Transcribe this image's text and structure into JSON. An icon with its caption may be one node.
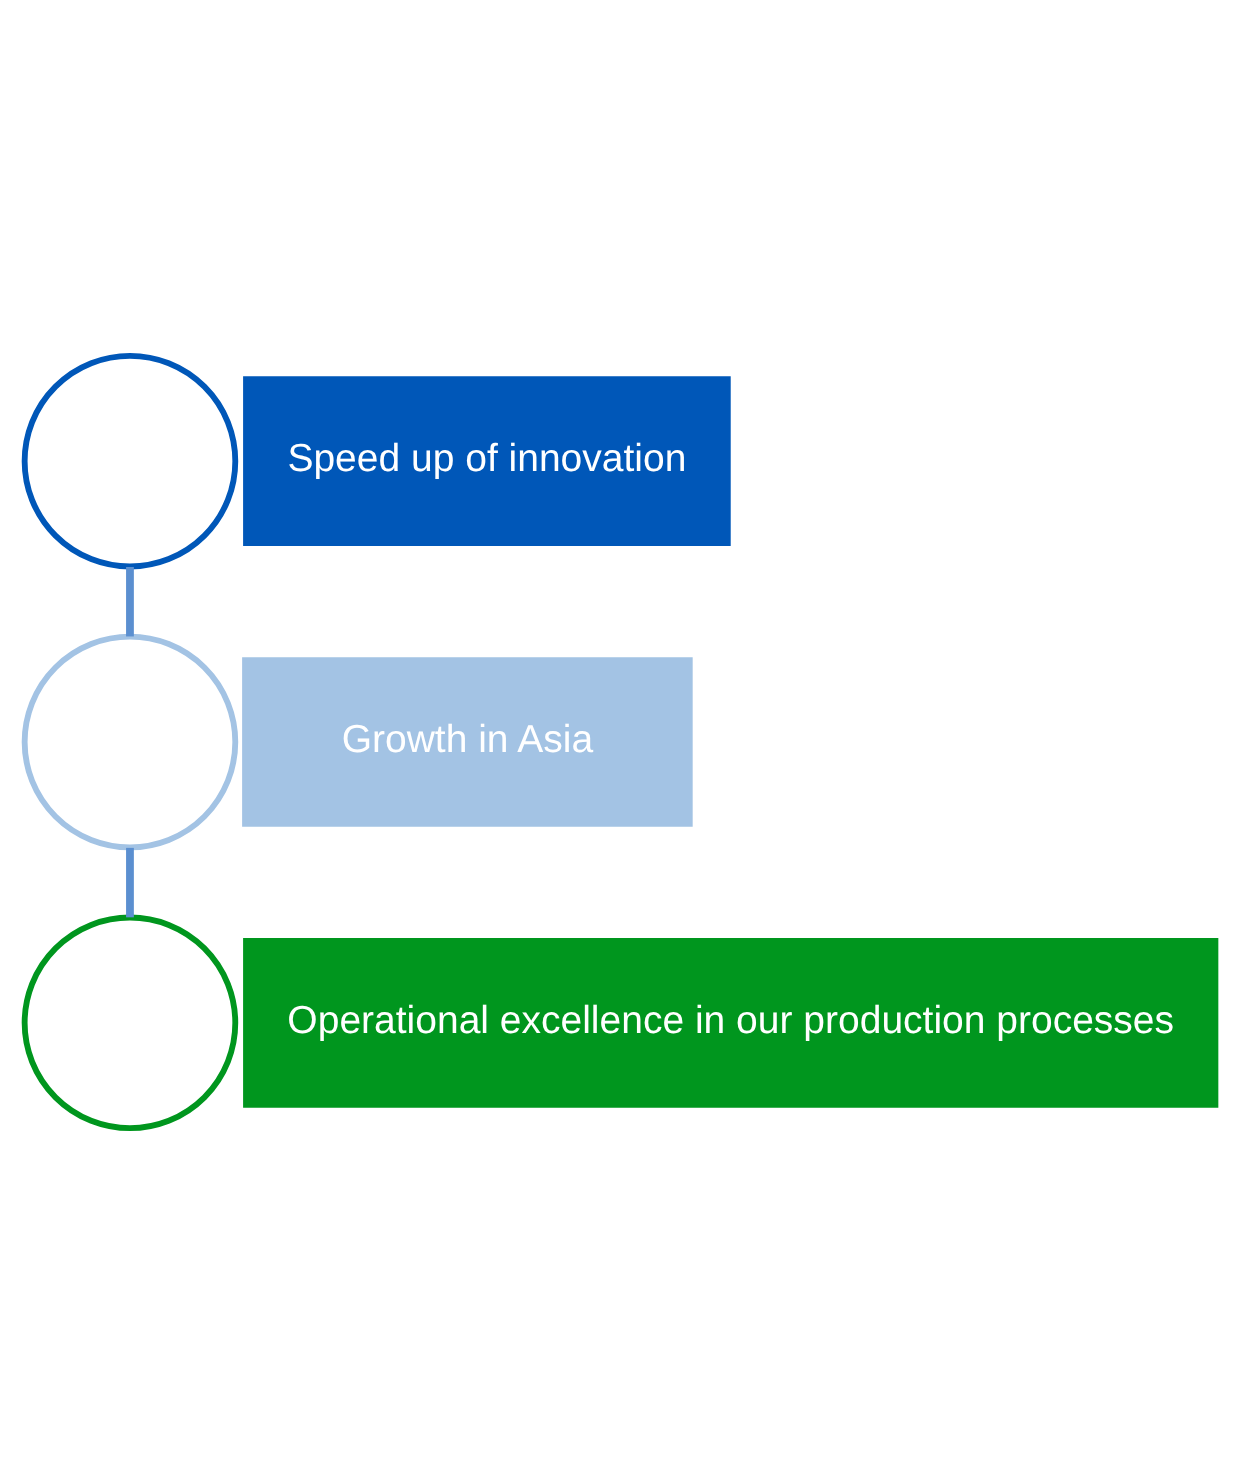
{
  "diagram": {
    "nodes": [
      {
        "text": [],
        "shape": "circle"
      },
      {
        "text": [
          "Speed up of innovation"
        ]
      },
      {
        "text": [],
        "shape": "circle"
      },
      {
        "text": [
          "Growth in Asia"
        ]
      },
      {
        "text": [],
        "shape": "circle"
      },
      {
        "text": [
          "Operational excellence in our production processes"
        ]
      }
    ],
    "edges": [
      {
        "from": 0,
        "to": 2,
        "arrow": "none"
      },
      {
        "from": 2,
        "to": 4,
        "arrow": "none"
      }
    ]
  }
}
